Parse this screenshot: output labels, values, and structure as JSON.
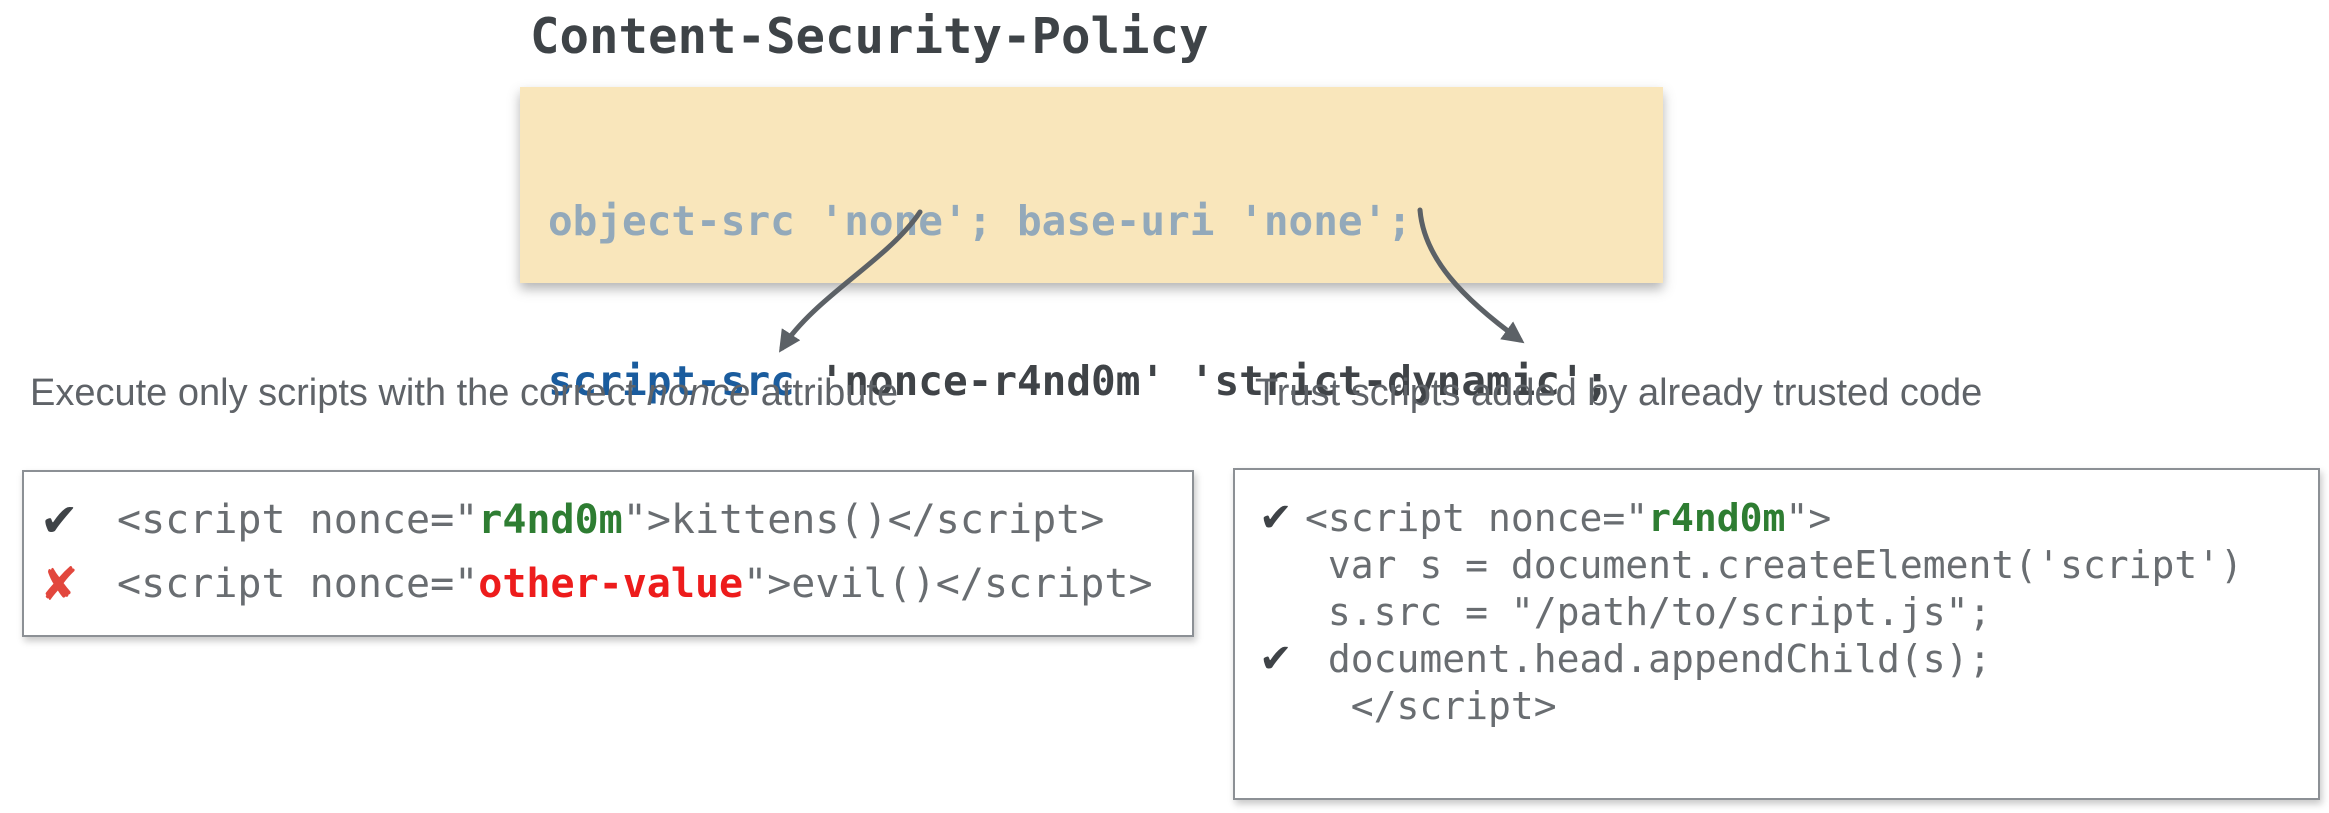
{
  "title": "Content-Security-Policy",
  "policy_box": {
    "line1": "object-src 'none'; base-uri 'none';",
    "directive": "script-src",
    "directive_args": " 'nonce-r4nd0m' 'strict-dynamic';"
  },
  "left_column": {
    "caption_pre": "Execute only scripts with the correct ",
    "caption_em": "nonce",
    "caption_post": " attribute",
    "lines": [
      {
        "mark": "✔",
        "pre": "<script nonce=\"",
        "value": "r4nd0m",
        "post": "\">kittens()</script>"
      },
      {
        "mark": "✘",
        "pre": "<script nonce=\"",
        "value": "other-value",
        "post": "\">evil()</script>"
      }
    ]
  },
  "right_column": {
    "caption": "Trust scripts added by already trusted code",
    "lines": [
      {
        "mark": "✔",
        "pre": "<script nonce=\"",
        "value": "r4nd0m",
        "post": "\">"
      },
      {
        "text": " var s = document.createElement('script')"
      },
      {
        "text": " s.src = \"/path/to/script.js\";"
      },
      {
        "mark": "✔",
        "text": " document.head.appendChild(s);"
      },
      {
        "text": "  </script>"
      }
    ]
  },
  "icons": {
    "allowed": "check-icon",
    "blocked": "cross-icon",
    "pointer": "curved-arrow-icon"
  },
  "colors": {
    "policy_bg": "#F9E6BB",
    "policy_muted": "#93A9BA",
    "directive_blue": "#1A5C9E",
    "dark_text": "#3F4347",
    "code_gray": "#696D71",
    "caption_gray": "#5F6368",
    "good_green": "#2E7D32",
    "bad_red": "#ED1C1C",
    "cross_red": "#E2473D",
    "arrow_gray": "#5C6166",
    "box_border": "#8C9095"
  }
}
